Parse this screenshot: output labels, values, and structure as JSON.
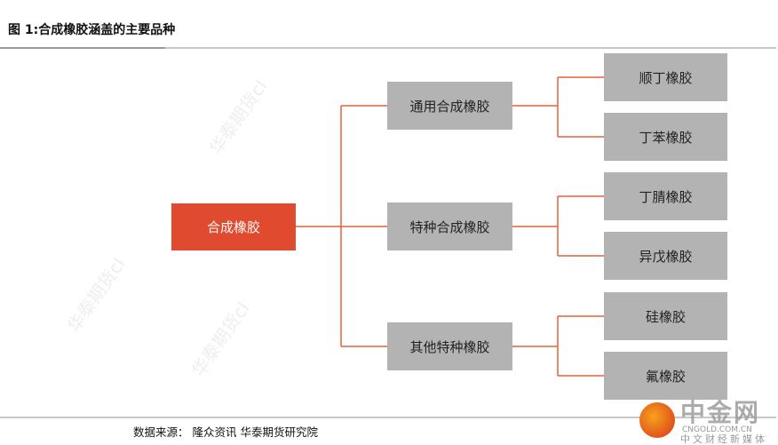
{
  "title": "图  1:合成橡胶涵盖的主要品种",
  "root": "合成橡胶",
  "categories": [
    {
      "label": "通用合成橡胶",
      "children": [
        "顺丁橡胶",
        "丁苯橡胶"
      ]
    },
    {
      "label": "特种合成橡胶",
      "children": [
        "丁腈橡胶",
        "异戊橡胶"
      ]
    },
    {
      "label": "其他特种橡胶",
      "children": [
        "硅橡胶",
        "氟橡胶"
      ]
    }
  ],
  "source": "数据来源：  隆众资讯  华泰期货研究院",
  "watermark": "华泰期货cl",
  "logo": {
    "name": "中金网",
    "domain": "CNGOLD.COM.CN",
    "tagline": "中文财经新媒体"
  },
  "colors": {
    "root": "#e04a2e",
    "node": "#b3b3b3",
    "connector": "#e4603e"
  }
}
